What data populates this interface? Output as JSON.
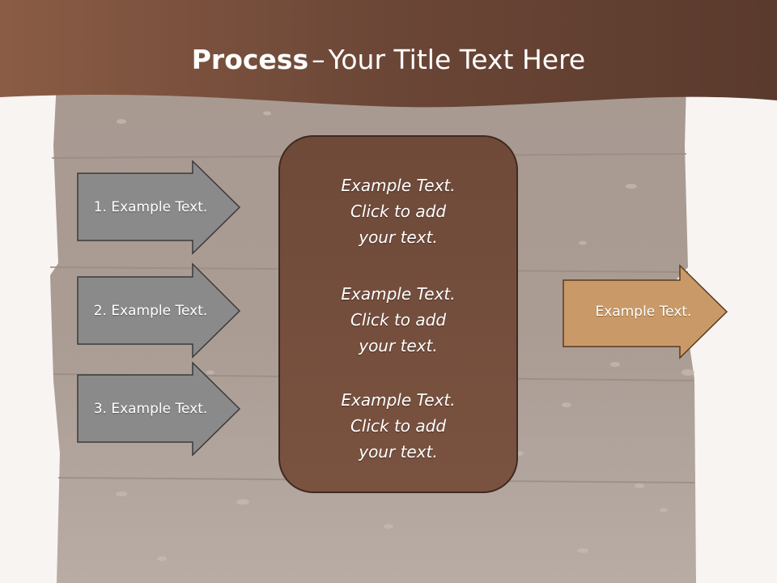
{
  "title": {
    "bold": "Process",
    "separator": "–",
    "rest": "Your Title Text Here"
  },
  "left_arrows": [
    {
      "label": "1. Example Text."
    },
    {
      "label": "2. Example Text."
    },
    {
      "label": "3. Example Text."
    }
  ],
  "center_box": {
    "blocks": [
      {
        "lines": [
          "Example Text.",
          "Click  to add",
          "your text."
        ]
      },
      {
        "lines": [
          "Example Text.",
          "Click  to add",
          "your text."
        ]
      },
      {
        "lines": [
          "Example Text.",
          "Click  to add",
          "your text."
        ]
      }
    ]
  },
  "right_arrow": {
    "label": "Example Text."
  },
  "colors": {
    "header": "#6e4a38",
    "slide_background": "#f7f4f2",
    "bread_image": "#a69890",
    "gray_arrow": "#8a8a8a",
    "center_box": "#724d3b",
    "orange_arrow": "#c99a68"
  }
}
